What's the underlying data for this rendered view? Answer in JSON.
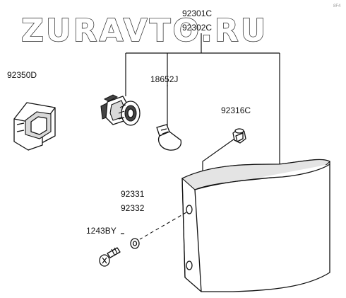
{
  "watermark": "ZURAVTO.RU",
  "corner_mark": "8F4",
  "parts": {
    "lamp_assy_1": "92301C",
    "lamp_assy_2": "92302C",
    "socket_cover": "92350D",
    "bulb": "18652J",
    "screw_clip": "92316C",
    "washer_1": "92331",
    "washer_2": "92332",
    "bolt": "1243BY"
  }
}
